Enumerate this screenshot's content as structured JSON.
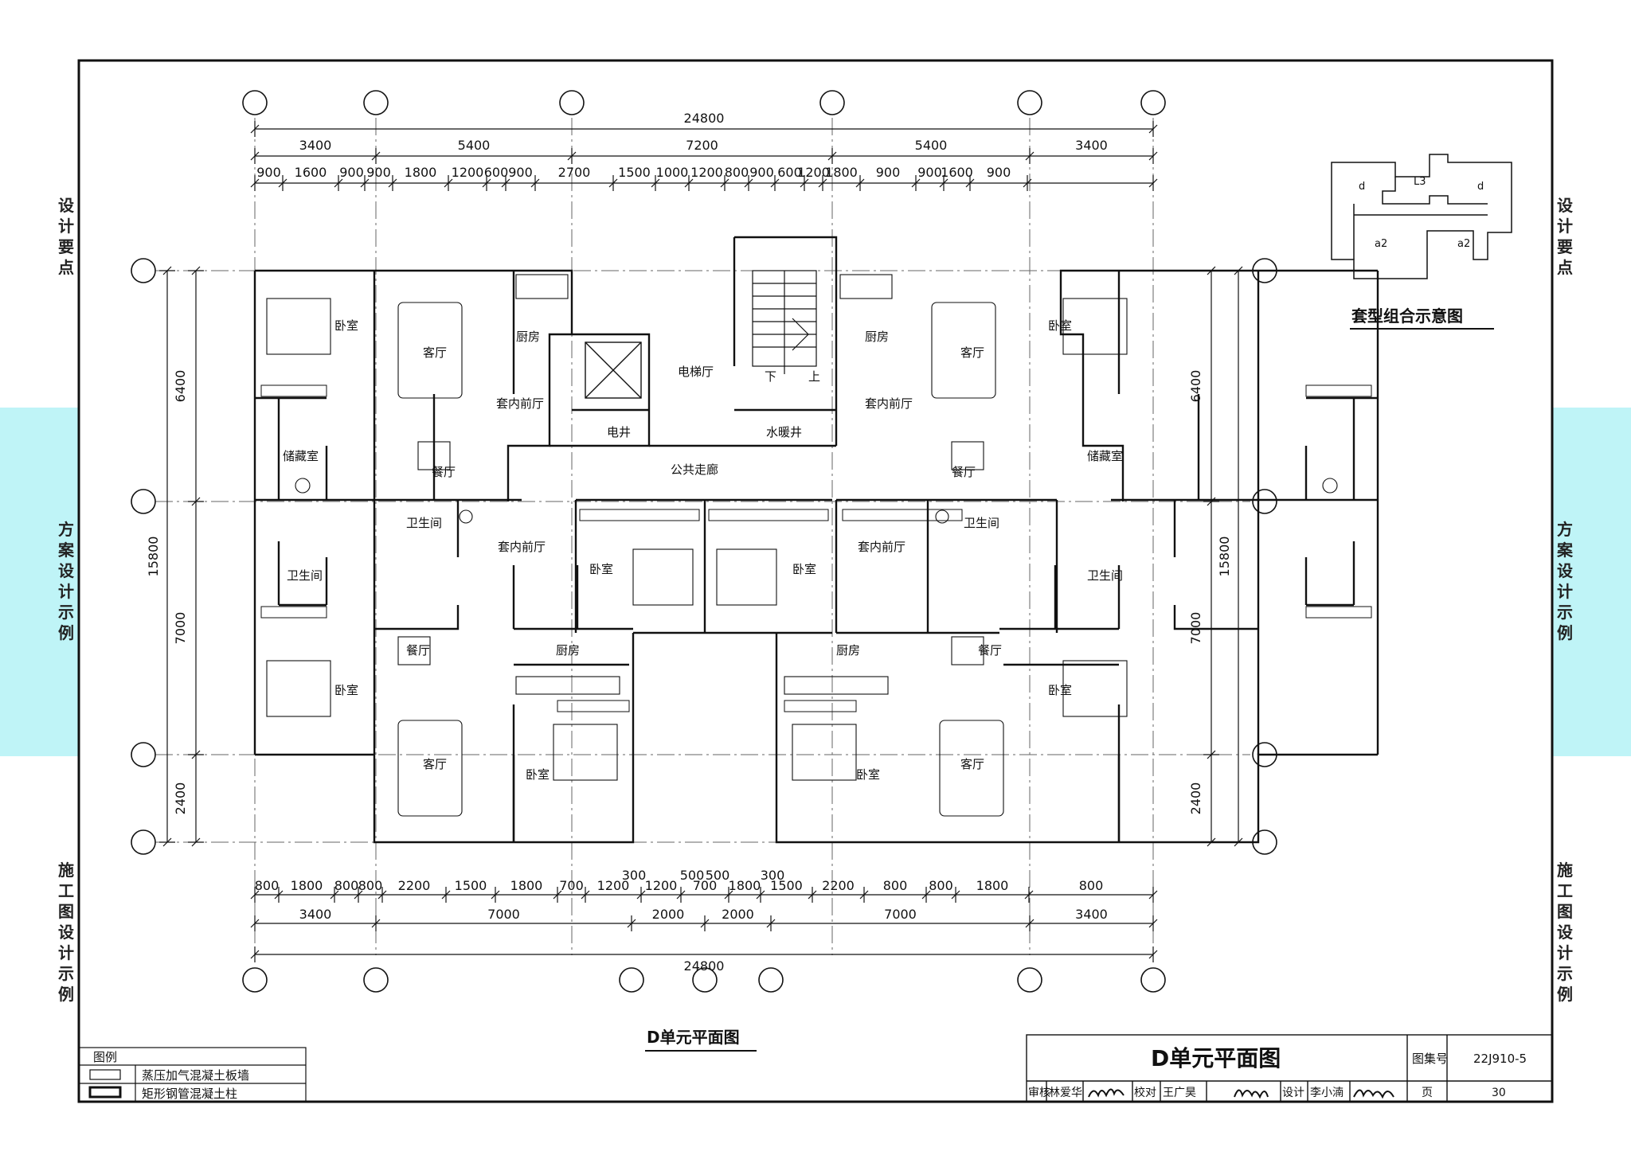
{
  "side_labels": [
    "设计要点",
    "方案设计示例",
    "施工图设计示例"
  ],
  "top_dims": {
    "overall": "24800",
    "tier2": [
      "3400",
      "5400",
      "7200",
      "5400",
      "3400"
    ],
    "tier3": [
      "900",
      "1600",
      "900",
      "900",
      "1800",
      "1200",
      "600",
      "900",
      "2700",
      "1500",
      "1000",
      "1200",
      "800",
      "900",
      "600",
      "1200",
      "1800",
      "900",
      "900",
      "1600",
      "900"
    ]
  },
  "bottom_dims": {
    "tier1": [
      "800",
      "1800",
      "800",
      "800",
      "2200",
      "1500",
      "1800",
      "700",
      "1200",
      "1200",
      "700",
      "1800",
      "1500",
      "2200",
      "800",
      "800",
      "1800",
      "800"
    ],
    "tier1_small": [
      "300",
      "500",
      "500",
      "300"
    ],
    "tier2": [
      "3400",
      "7000",
      "2000",
      "2000",
      "7000",
      "3400"
    ],
    "overall": "24800"
  },
  "side_dims": {
    "left": [
      "6400",
      "15800",
      "7000",
      "2400"
    ],
    "right": [
      "6400",
      "15800",
      "7000",
      "2400"
    ]
  },
  "rooms": {
    "bedroom": "卧室",
    "living": "客厅",
    "kitchen": "厨房",
    "dining": "餐厅",
    "storage": "储藏室",
    "bathroom": "卫生间",
    "foyer": "套内前厅",
    "elevator_hall": "电梯厅",
    "elec_shaft": "电井",
    "plumb_shaft": "水暖井",
    "corridor": "公共走廊",
    "stair_down": "下",
    "stair_up": "上"
  },
  "key_plan": {
    "title": "套型组合示意图",
    "labels": [
      "d",
      "L3",
      "d",
      "a2",
      "a2"
    ]
  },
  "drawing_title": "D单元平面图",
  "legend": {
    "header": "图例",
    "items": [
      "蒸压加气混凝土板墙",
      "矩形钢管混凝土柱"
    ]
  },
  "title_block": {
    "title": "D单元平面图",
    "atlas_label": "图集号",
    "atlas_no": "22J910-5",
    "review_label": "审核",
    "reviewer": "林爱华",
    "check_label": "校对",
    "checker": "王广昊",
    "design_label": "设计",
    "designer": "李小湳",
    "page_label": "页",
    "page_no": "30"
  },
  "colors": {
    "stripe": "#bff4f7",
    "line": "#111111"
  }
}
